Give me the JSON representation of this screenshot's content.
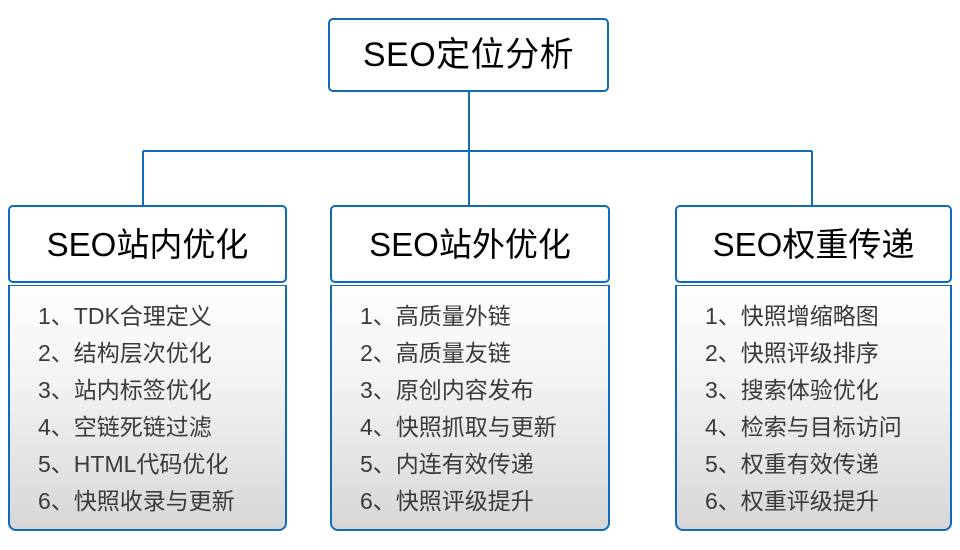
{
  "diagram": {
    "type": "org-tree",
    "colors": {
      "border": "#0f6cbd",
      "title_text": "#000000",
      "list_text": "#3a3a3a",
      "box_fill": "#ffffff",
      "body_fill_top": "#fefefe",
      "body_fill_bottom": "#d6d6d6",
      "canvas": "#ffffff"
    },
    "root": {
      "label": "SEO定位分析"
    },
    "branches": [
      {
        "header": "SEO站内优化",
        "items": [
          "1、TDK合理定义",
          "2、结构层次优化",
          "3、站内标签优化",
          "4、空链死链过滤",
          "5、HTML代码优化",
          "6、快照收录与更新"
        ]
      },
      {
        "header": "SEO站外优化",
        "items": [
          "1、高质量外链",
          "2、高质量友链",
          "3、原创内容发布",
          "4、快照抓取与更新",
          "5、内连有效传递",
          "6、快照评级提升"
        ]
      },
      {
        "header": "SEO权重传递",
        "items": [
          "1、快照增缩略图",
          "2、快照评级排序",
          "3、搜索体验优化",
          "4、检索与目标访问",
          "5、权重有效传递",
          "6、权重评级提升"
        ]
      }
    ]
  }
}
